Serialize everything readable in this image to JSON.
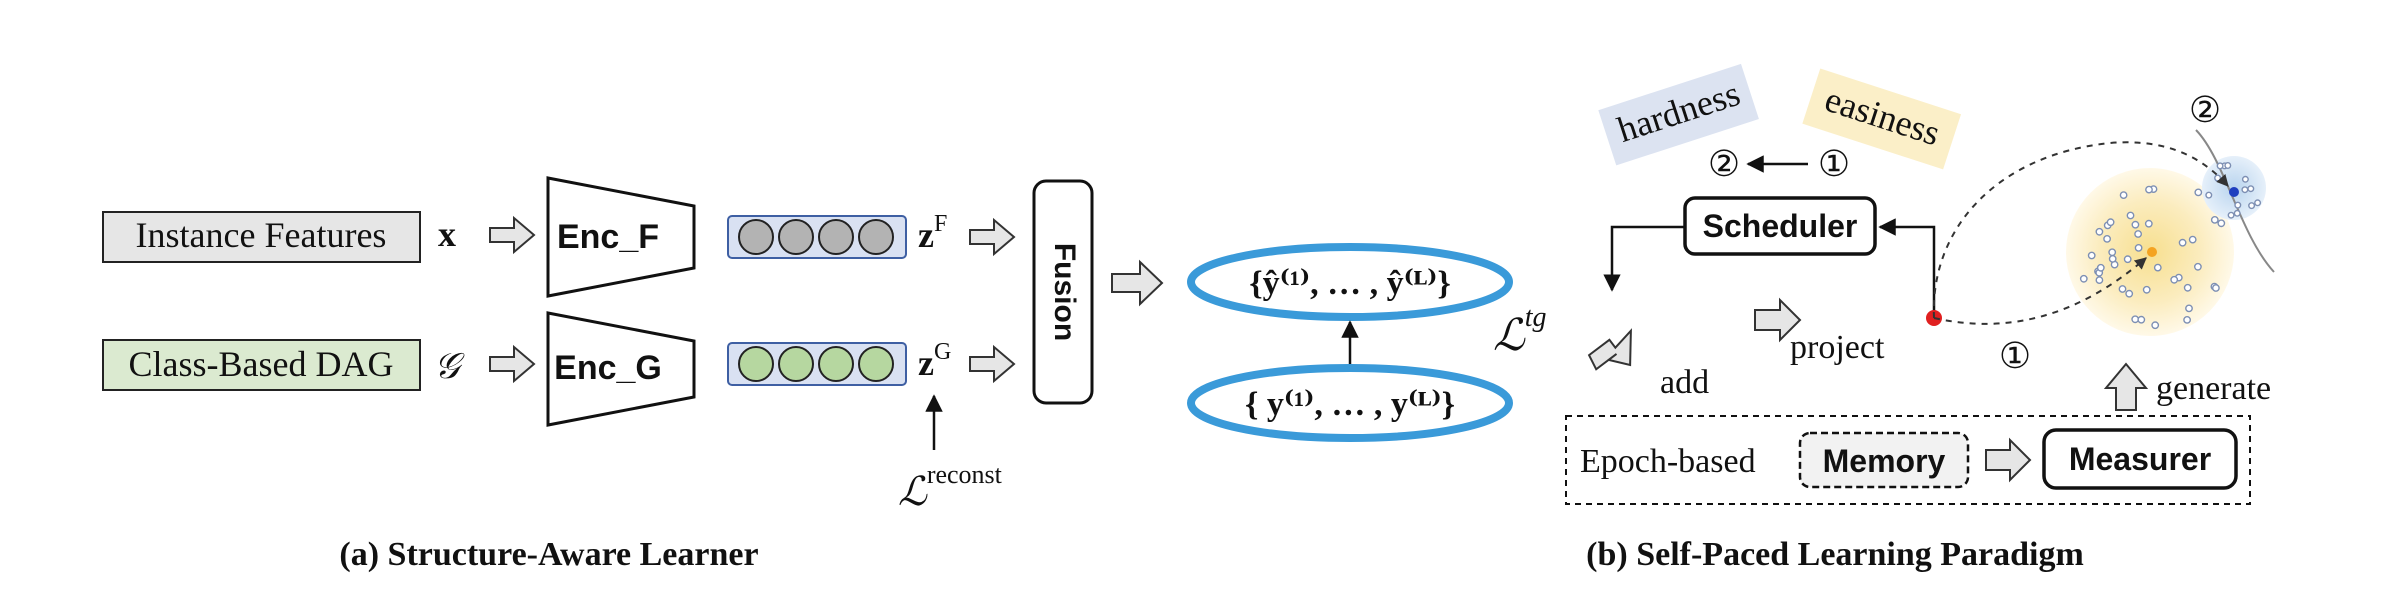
{
  "colors": {
    "instance_box": "#e6e6e6",
    "dag_box": "#dbead0",
    "node_gray": "#b3b3b3",
    "node_green": "#b6d7a0",
    "node_row_bg": "#d9e1f2",
    "node_row_border": "#3e5fa3",
    "ellipse_border": "#3a9ad9",
    "hardness_bg": "#dce3f1",
    "easiness_bg": "#fbefc8",
    "cloud_center": "#f9e7a7",
    "cloud_edge": "#fff8e0",
    "target_cloud": "#d3e5f3",
    "point_red": "#e02020",
    "point_blue": "#1f3fbf",
    "point_orange": "#f4a321",
    "sample_dot": "#7d8fb3"
  },
  "left": {
    "instance_features": "Instance Features",
    "x_symbol": "x",
    "class_dag": "Class-Based DAG",
    "g_symbol": "𝒢",
    "enc_f": "Enc_F",
    "enc_g": "Enc_G",
    "zf_base": "z",
    "zf_sup": "F",
    "zg_base": "z",
    "zg_sup": "G",
    "fusion": "Fusion",
    "loss_reconst_base": "ℒ",
    "loss_reconst_sup": "reconst",
    "caption": "(a) Structure-Aware Learner"
  },
  "middle": {
    "yhat_set": "{ŷ⁽¹⁾, … , ŷ⁽ᴸ⁾}",
    "y_set": "{ y⁽¹⁾, … , y⁽ᴸ⁾}",
    "loss_tg_base": "ℒ",
    "loss_tg_sup": "tg"
  },
  "right": {
    "hardness": "hardness",
    "easiness": "easiness",
    "circled_one": "①",
    "circled_two": "②",
    "scheduler": "Scheduler",
    "project": "project",
    "add": "add",
    "generate": "generate",
    "epoch_based": "Epoch-based",
    "memory": "Memory",
    "measurer": "Measurer",
    "caption": "(b) Self-Paced Learning Paradigm"
  }
}
